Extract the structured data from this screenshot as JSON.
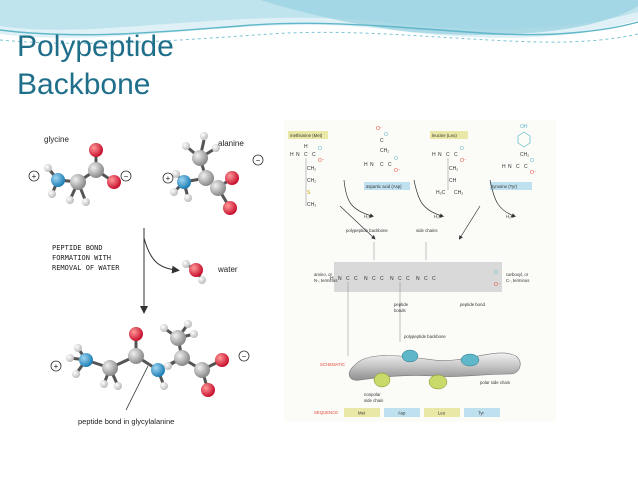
{
  "slide": {
    "title_line1": "Polypeptide",
    "title_line2": "Backbone"
  },
  "left_figure": {
    "label_glycine": "glycine",
    "label_alanine": "alanine",
    "label_peptide_1": "PEPTIDE BOND",
    "label_peptide_2": "FORMATION WITH",
    "label_peptide_3": "REMOVAL OF WATER",
    "label_water": "water",
    "label_bond": "peptide bond in glycylalanine",
    "plus": "+",
    "minus": "−"
  },
  "right_figure": {
    "methionine": "methionine (Met)",
    "aspartic": "aspartic acid (Asp)",
    "leucine": "leucine (Leu)",
    "tyrosine": "tyrosine (Tyr)",
    "h2o": "H₂O",
    "backbone": "polypeptide backbone",
    "side_chains": "side chains",
    "amino_1": "amino, or",
    "amino_2": "N-, terminus",
    "carboxyl_1": "carboxyl, or",
    "carboxyl_2": "C-, terminus",
    "peptide_bonds_1": "peptide",
    "peptide_bonds_2": "bonds",
    "peptide_bond": "peptide bond",
    "backbone2": "polypeptide backbone",
    "schematic": "SCHEMATIC",
    "nonpolar_1": "nonpolar",
    "nonpolar_2": "side chain",
    "polar": "polar side chain",
    "sequence": "SEQUENCE",
    "seq": [
      "Met",
      "Asp",
      "Leu",
      "Tyr"
    ],
    "colors": {
      "yellow": "#e9e8a6",
      "blue": "#bfe0ee",
      "green": "#c9d96a",
      "teal": "#5fb7c9",
      "red": "#e04a3a",
      "gray_band": "#d9d9d9"
    }
  }
}
